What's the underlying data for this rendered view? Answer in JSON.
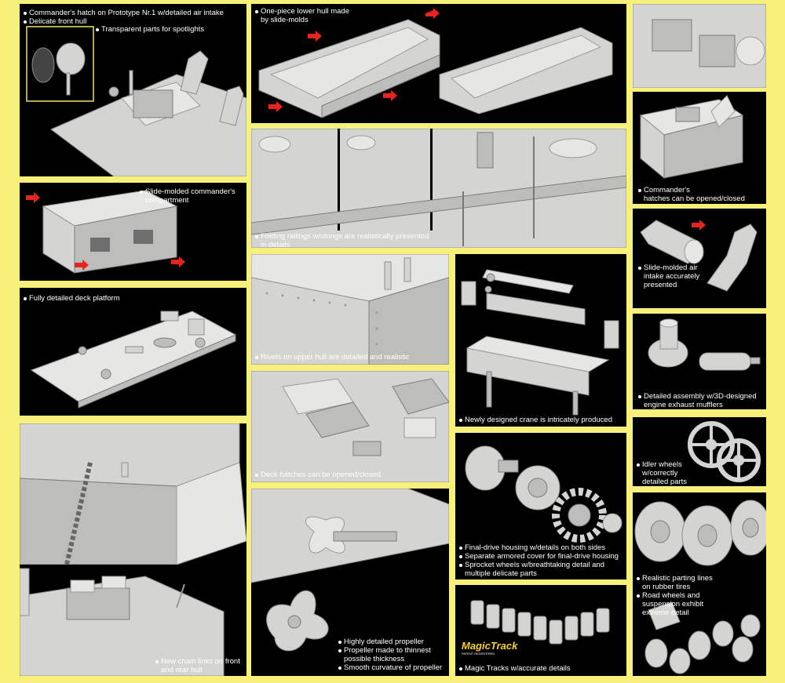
{
  "panels": {
    "p1": [
      "Commander's hatch on Prototype Nr.1 w/detailed air intake",
      "Delicate front hull"
    ],
    "p1b": [
      "Transparent parts for spotlights"
    ],
    "p2": [
      "One-piece lower hull made",
      "by slide-molds"
    ],
    "p4": [
      "Slide-molded commander's",
      "compartment"
    ],
    "p5": [
      "Folding railings w/strings are realistically presented",
      "in details"
    ],
    "p6": [
      "Commander's",
      "hatches can be opened/closed"
    ],
    "p7": [
      "Slide-molded air",
      "intake accurately",
      "presented"
    ],
    "p8": [
      "Fully detailed deck platform"
    ],
    "p9": [
      "Rivets on upper hull are detailed and realistic"
    ],
    "p10": [
      "Newly designed crane is intricately produced"
    ],
    "p11": [
      "Detailed assembly w/3D-designed",
      "engine exhaust mufflers"
    ],
    "p12": [
      "Deck hatches can be opened/closed"
    ],
    "p13": [
      "Idler wheels",
      "w/correctly",
      "detailed parts"
    ],
    "p14": [
      "Final-drive housing w/details on both sides",
      "Separate armored cover for final-drive housing",
      "Sprocket wheels w/breathtaking detail and",
      "multiple delicate parts"
    ],
    "p15": [
      "Realistic parting lines",
      "on rubber tires",
      "Road wheels and",
      "suspension exhibit",
      "extreme detail"
    ],
    "p16": [
      "New chain links on front",
      "and rear hull"
    ],
    "p17": [
      "Highly detailed propeller",
      "Propeller made to thinnest",
      "possible thickness",
      "Smooth curvature of propeller"
    ],
    "p18": [
      "Magic Tracks w/accurate details"
    ]
  },
  "logo": {
    "main": "MagicTrack",
    "sub": "PATENT REGISTERED"
  },
  "colors": {
    "background": "#f7f07a",
    "panel": "#000000",
    "part": "#d4d4d2",
    "arrow": "#e8241e"
  }
}
